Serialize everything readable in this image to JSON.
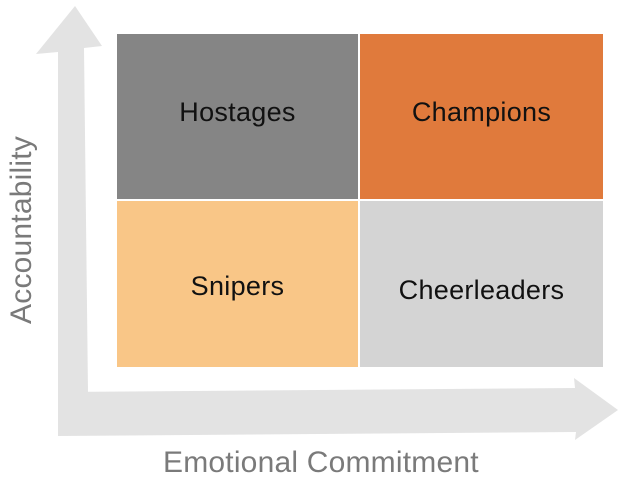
{
  "quadrants": [
    {
      "label": "Hostages",
      "color": "#858585"
    },
    {
      "label": "Champions",
      "color": "#e07a3c"
    },
    {
      "label": "Snipers",
      "color": "#f9c687"
    },
    {
      "label": "Cheerleaders",
      "color": "#d4d4d4"
    }
  ],
  "axes": {
    "x_label": "Emotional Commitment",
    "y_label": "Accountability",
    "arrow_color": "#e3e3e3",
    "label_color": "#7a7a7a"
  }
}
